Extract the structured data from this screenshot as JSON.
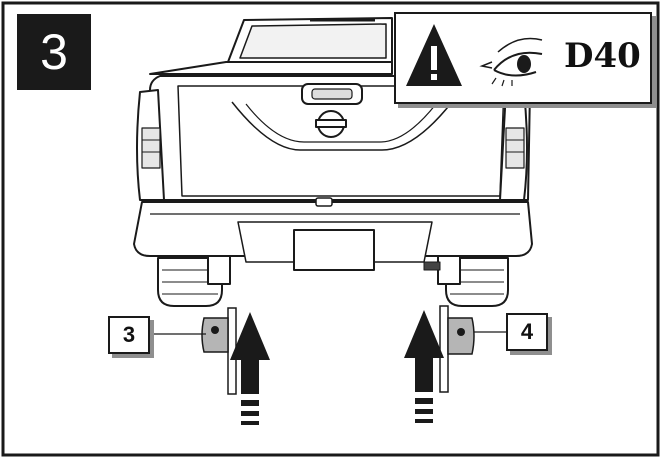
{
  "step": {
    "number": "3"
  },
  "warning": {
    "model_code": "D40",
    "icons": [
      "warning-triangle-icon",
      "eye-inspect-icon"
    ]
  },
  "callouts": [
    {
      "label": "3",
      "side": "left"
    },
    {
      "label": "4",
      "side": "right"
    }
  ],
  "colors": {
    "ink": "#1a1a1a",
    "shadow": "#8f8f8f",
    "bracket": "#b5b5b5"
  }
}
